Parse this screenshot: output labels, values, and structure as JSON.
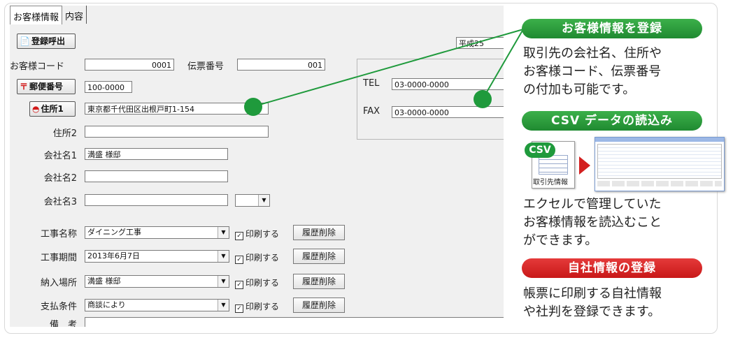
{
  "tabs": [
    "お客様情報",
    "内容"
  ],
  "buttons": {
    "call": "登録呼出",
    "postal": "郵便番号",
    "addr1": "住所1"
  },
  "labels": {
    "customer_code": "お客様コード",
    "slip_no": "伝票番号",
    "addr2": "住所2",
    "company1": "会社名1",
    "company2": "会社名2",
    "company3": "会社名3",
    "work_name": "工事名称",
    "work_period": "工事期間",
    "delivery": "納入場所",
    "payment": "支払条件",
    "remarks": "備　考",
    "tel": "TEL",
    "fax": "FAX",
    "era": "平成25"
  },
  "values": {
    "customer_code": "0001",
    "slip_no": "001",
    "postal": "100-0000",
    "addr1": "東京都千代田区出根戸町1-154",
    "addr2": "",
    "company1": "満盛 様邸",
    "company2": "",
    "company3": "",
    "tel": "03-0000-0000",
    "fax": "03-0000-0000",
    "work_name": "ダイニング工事",
    "work_period": "2013年6月7日",
    "delivery": "満盛 様邸",
    "payment": "商談により"
  },
  "print_label": "印刷する",
  "history_label": "履歴削除",
  "panel": {
    "sec1_title": "お客様情報を登録",
    "sec1_lines": [
      "取引先の会社名、住所や",
      "お客様コード、伝票番号",
      "の付加も可能です。"
    ],
    "sec2_title": "CSV データの読込み",
    "csv_badge": "CSV",
    "csv_caption": "取引先情報",
    "sec2_lines": [
      "エクセルで管理していた",
      "お客様情報を読込むこと",
      "ができます。"
    ],
    "sec3_title": "自社情報の登録",
    "sec3_lines": [
      "帳票に印刷する自社情報",
      "や社判を登録できます。"
    ]
  },
  "colors": {
    "accent_green": "#1f9a3c",
    "accent_red": "#c81818"
  }
}
